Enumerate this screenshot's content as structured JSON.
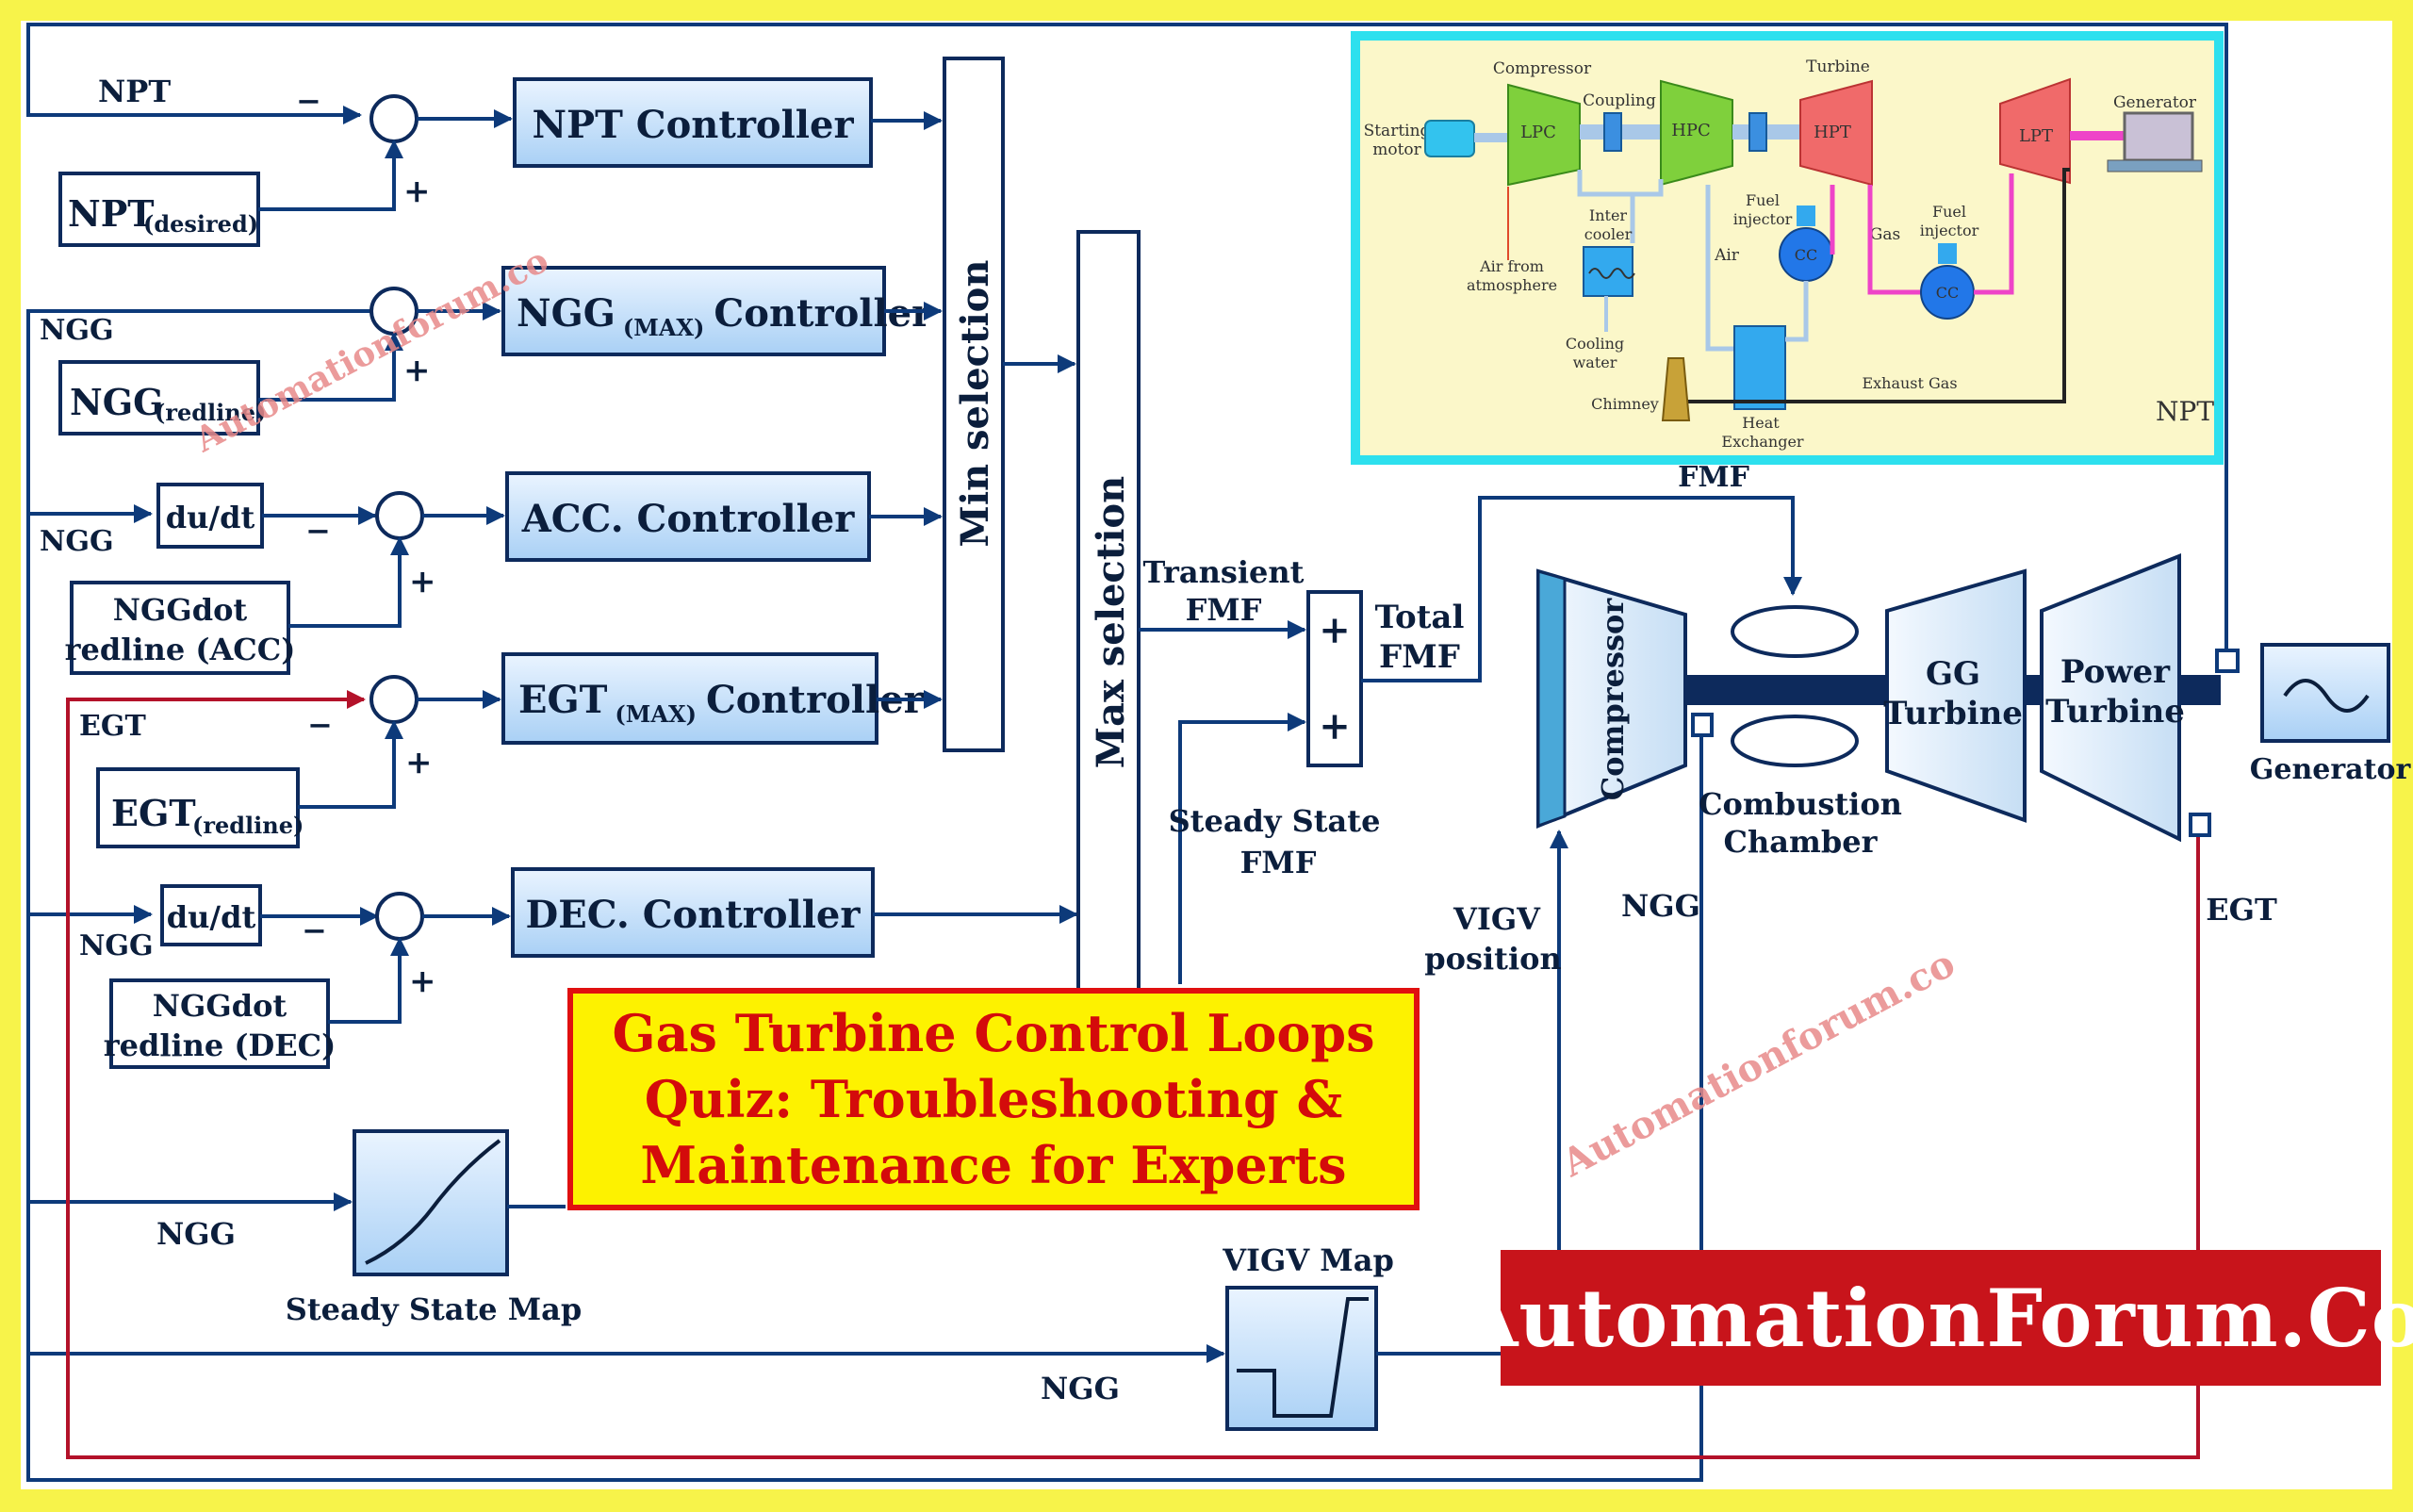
{
  "diagram": {
    "signals": {
      "npt": "NPT",
      "ngg": "NGG",
      "egt": "EGT",
      "minus": "−",
      "plus": "+"
    },
    "inputs": {
      "npt_desired_main": "NPT",
      "npt_desired_sub": "(desired)",
      "ngg_redline_main": "NGG",
      "ngg_redline_sub": "(redline)",
      "nggdot_acc_line1": "NGGdot",
      "nggdot_acc_line2": "redline (ACC)",
      "egt_redline_main": "EGT",
      "egt_redline_sub": "(redline)",
      "nggdot_dec_line1": "NGGdot",
      "nggdot_dec_line2": "redline (DEC)",
      "du_dt": "du/dt"
    },
    "controllers": {
      "npt": "NPT Controller",
      "ngg_max_pre": "NGG",
      "ngg_max_sub": "(MAX)",
      "ngg_max_post": "Controller",
      "acc": "ACC. Controller",
      "egt_max_pre": "EGT",
      "egt_max_sub": "(MAX)",
      "egt_max_post": "Controller",
      "dec": "DEC. Controller"
    },
    "selectors": {
      "min": "Min  selection",
      "max": "Max  selection"
    },
    "fuel": {
      "transient_1": "Transient",
      "transient_2": "FMF",
      "steady_1": "Steady State",
      "steady_2": "FMF",
      "total_1": "Total",
      "total_2": "FMF",
      "fmf": "FMF"
    },
    "maps": {
      "steady_state": "Steady  State  Map",
      "vigv": "VIGV  Map"
    },
    "engine": {
      "compressor": "Compressor",
      "combustion_1": "Combustion",
      "combustion_2": "Chamber",
      "gg_1": "GG",
      "gg_2": "Turbine",
      "power_1": "Power",
      "power_2": "Turbine",
      "generator": "Generator",
      "vigv_1": "VIGV",
      "vigv_2": "position",
      "ngg": "NGG",
      "egt": "EGT",
      "npt_faded": "NPT"
    }
  },
  "inset": {
    "compressor": "Compressor",
    "turbine": "Turbine",
    "coupling": "Coupling",
    "generator": "Generator",
    "starting_1": "Starting",
    "starting_2": "motor",
    "lpc": "LPC",
    "hpc": "HPC",
    "hpt": "HPT",
    "lpt": "LPT",
    "inter_1": "Inter",
    "inter_2": "cooler",
    "fuel_injector_1": "Fuel",
    "fuel_injector_2": "injector",
    "cc": "CC",
    "air_from_1": "Air from",
    "air_from_2": "atmosphere",
    "air": "Air",
    "gas": "Gas",
    "cooling_1": "Cooling",
    "cooling_2": "water",
    "chimney": "Chimney",
    "heat_1": "Heat",
    "heat_2": "Exchanger",
    "exhaust": "Exhaust Gas"
  },
  "overlay": {
    "title_lines": [
      "Gas Turbine Control Loops",
      "Quiz: Troubleshooting &",
      "Maintenance for Experts"
    ],
    "brand": "AutomationForum.Co",
    "watermark": "Automationforum.co"
  },
  "colors": {
    "frame": "#f7f34a",
    "title_text": "#d40b0b",
    "title_bg": "#fdf200",
    "brand_bg": "#c8141b",
    "inset_border": "#2de0ee",
    "inset_bg": "#fbf7c9"
  }
}
